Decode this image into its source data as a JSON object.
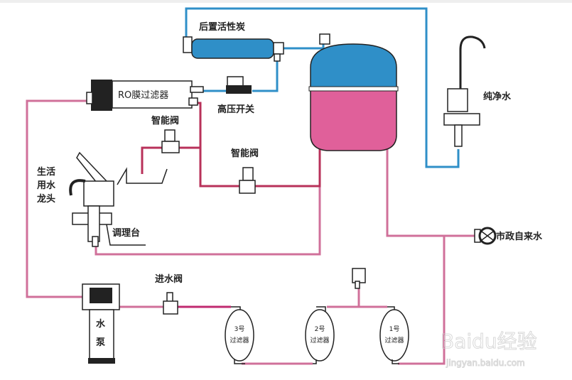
{
  "labels": {
    "carbon_filter": "后置活性炭",
    "ro_filter": "RO膜过滤器",
    "pressure_switch": "高压开关",
    "smart_valve_1": "智能阀",
    "smart_valve_2": "智能阀",
    "faucet_line1": "生活",
    "faucet_line2": "用水",
    "faucet_line3": "龙头",
    "counter": "调理台",
    "pure_water": "纯净水",
    "tap_water": "市政自来水",
    "inlet_valve": "进水阀",
    "pump_line1": "水",
    "pump_line2": "泵",
    "filter3_num": "3号",
    "filter2_num": "2号",
    "filter1_num": "1号",
    "filter_name": "过滤器"
  },
  "watermark": {
    "brand": "Baidu经验",
    "url": "jingyan.baidu.com"
  },
  "colors": {
    "pure_line": "#2f8fc8",
    "raw_line": "#d0709a",
    "waste_line": "#b8315a",
    "tank_top": "#2f8fc8",
    "tank_bottom": "#e0609a"
  }
}
